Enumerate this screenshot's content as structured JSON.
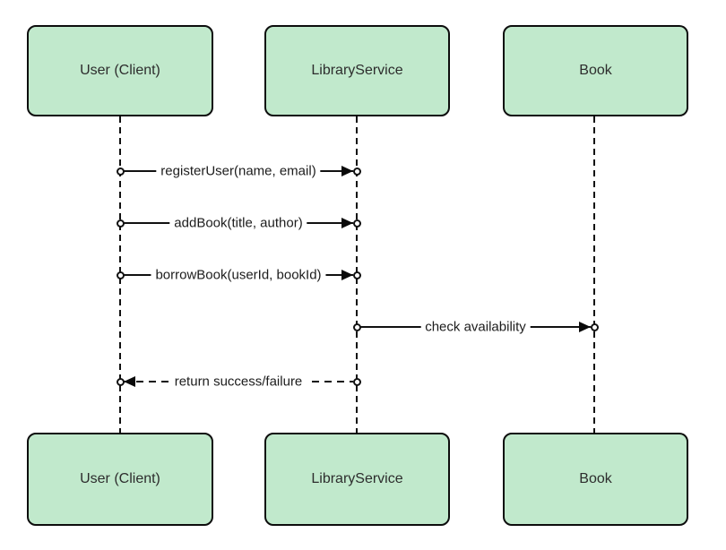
{
  "diagram": {
    "type": "sequence-diagram",
    "background": "#ffffff",
    "colors": {
      "actor_fill": "#c1e9cc",
      "actor_border": "#0d0d0d",
      "line": "#111111",
      "text": "#2d2d2d"
    },
    "actors": [
      {
        "name": "User (Client)"
      },
      {
        "name": "LibraryService"
      },
      {
        "name": "Book"
      }
    ],
    "messages": [
      {
        "from": "User (Client)",
        "to": "LibraryService",
        "label": "registerUser(name, email)",
        "line": "solid",
        "direction": "right"
      },
      {
        "from": "User (Client)",
        "to": "LibraryService",
        "label": "addBook(title, author)",
        "line": "solid",
        "direction": "right"
      },
      {
        "from": "User (Client)",
        "to": "LibraryService",
        "label": "borrowBook(userId, bookId)",
        "line": "solid",
        "direction": "right"
      },
      {
        "from": "LibraryService",
        "to": "Book",
        "label": "check availability",
        "line": "solid",
        "direction": "right"
      },
      {
        "from": "LibraryService",
        "to": "User (Client)",
        "label": "return success/failure",
        "line": "dashed",
        "direction": "left"
      }
    ]
  }
}
